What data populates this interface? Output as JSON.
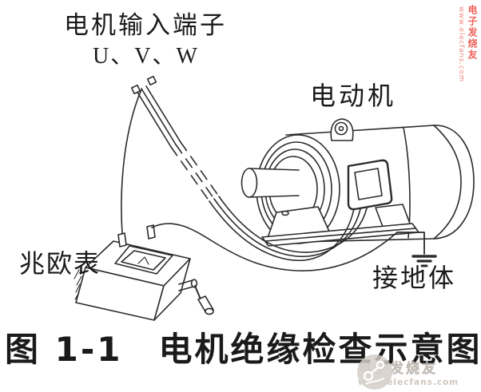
{
  "figure": {
    "labels": {
      "input_terminals": "电机输入端子",
      "terminal_names": "U、V、W",
      "motor": "电动机",
      "megohmmeter": "兆欧表",
      "ground_body": "接地体"
    },
    "caption": "图 1-1　电机绝缘检查示意图"
  },
  "watermark": {
    "site_name": "电子发烧友",
    "site_url": "www.elecfans.com",
    "gray_color": "#cdc5bf",
    "red_color": "#ee5a52"
  },
  "colors": {
    "line": "#2b2b2b",
    "text": "#1a1a1a",
    "background": "#ffffff"
  }
}
